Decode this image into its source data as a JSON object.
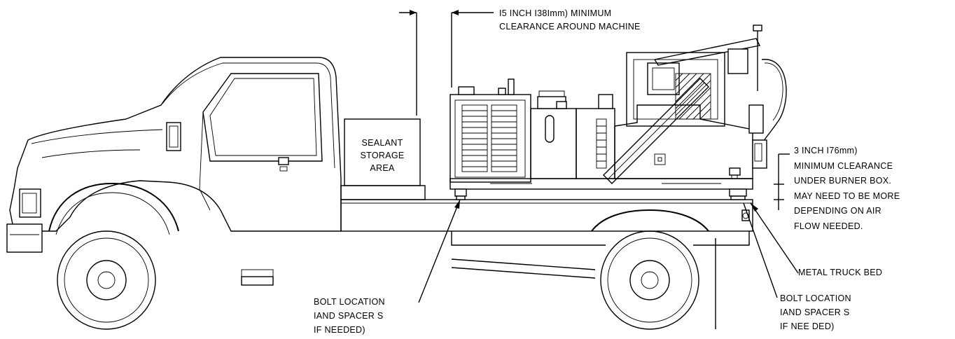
{
  "labels": {
    "clearance_top_1": "I5  INCH I38Imm) MINIMUM",
    "clearance_top_2": "CLEARANCE AROUND MACHINE",
    "sealant_1": "SEALANT",
    "sealant_2": "STORAGE",
    "sealant_3": "AREA",
    "burner_1": "3  INCH I76mm)",
    "burner_2": "MINIMUM CLEARANCE",
    "burner_3": "UNDER BURNER BOX.",
    "burner_4": "MAY NEED TO BE MORE",
    "burner_5": "DEPENDING ON AIR",
    "burner_6": "FLOW NEEDED.",
    "metal_bed": "METAL TRUCK BED",
    "bolt_left_1": "BOLT LOCATION",
    "bolt_left_2": "IAND SPACER S",
    "bolt_left_3": "IF NEEDED)",
    "bolt_right_1": "BOLT LOCATION",
    "bolt_right_2": "IAND SPACER S",
    "bolt_right_3": "IF NEE DED)"
  }
}
